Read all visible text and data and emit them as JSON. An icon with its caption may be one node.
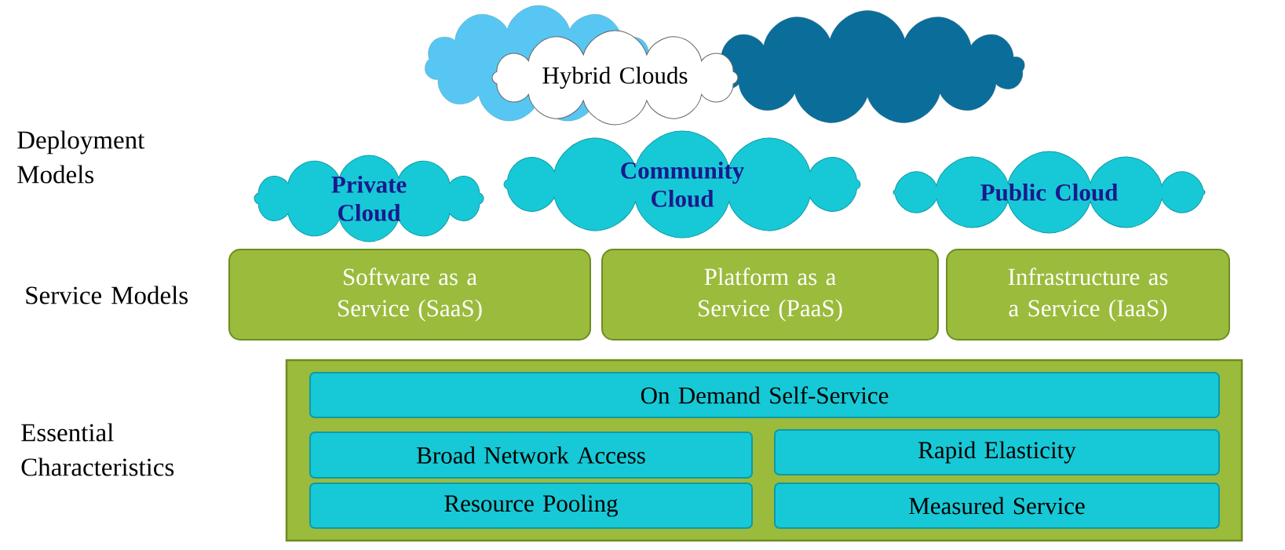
{
  "diagram": {
    "nodes": [
      {
        "text": [
          "Hybrid Clouds"
        ]
      },
      {
        "text": [
          "Private Cloud"
        ]
      },
      {
        "text": [
          "Community Cloud"
        ]
      },
      {
        "text": [
          "Public Cloud"
        ]
      },
      {
        "text": [
          "Software as a Service (SaaS)"
        ]
      },
      {
        "text": [
          "Platform as a Service (PaaS)"
        ]
      },
      {
        "text": [
          "Infrastructure as a Service (IaaS)"
        ]
      },
      {
        "text": [],
        "shape": "box"
      },
      {
        "text": [
          "On Demand Self-Service"
        ],
        "in": 7
      },
      {
        "text": [
          "Broad Network Access"
        ],
        "in": 7
      },
      {
        "text": [
          "Rapid Elasticity"
        ],
        "in": 7
      },
      {
        "text": [
          "Resource Pooling"
        ],
        "in": 7
      },
      {
        "text": [
          "Measured Service"
        ],
        "in": 7
      }
    ],
    "edges": [],
    "labels": [
      "Deployment Models",
      "Service Models",
      "Essential Characteristics"
    ]
  }
}
